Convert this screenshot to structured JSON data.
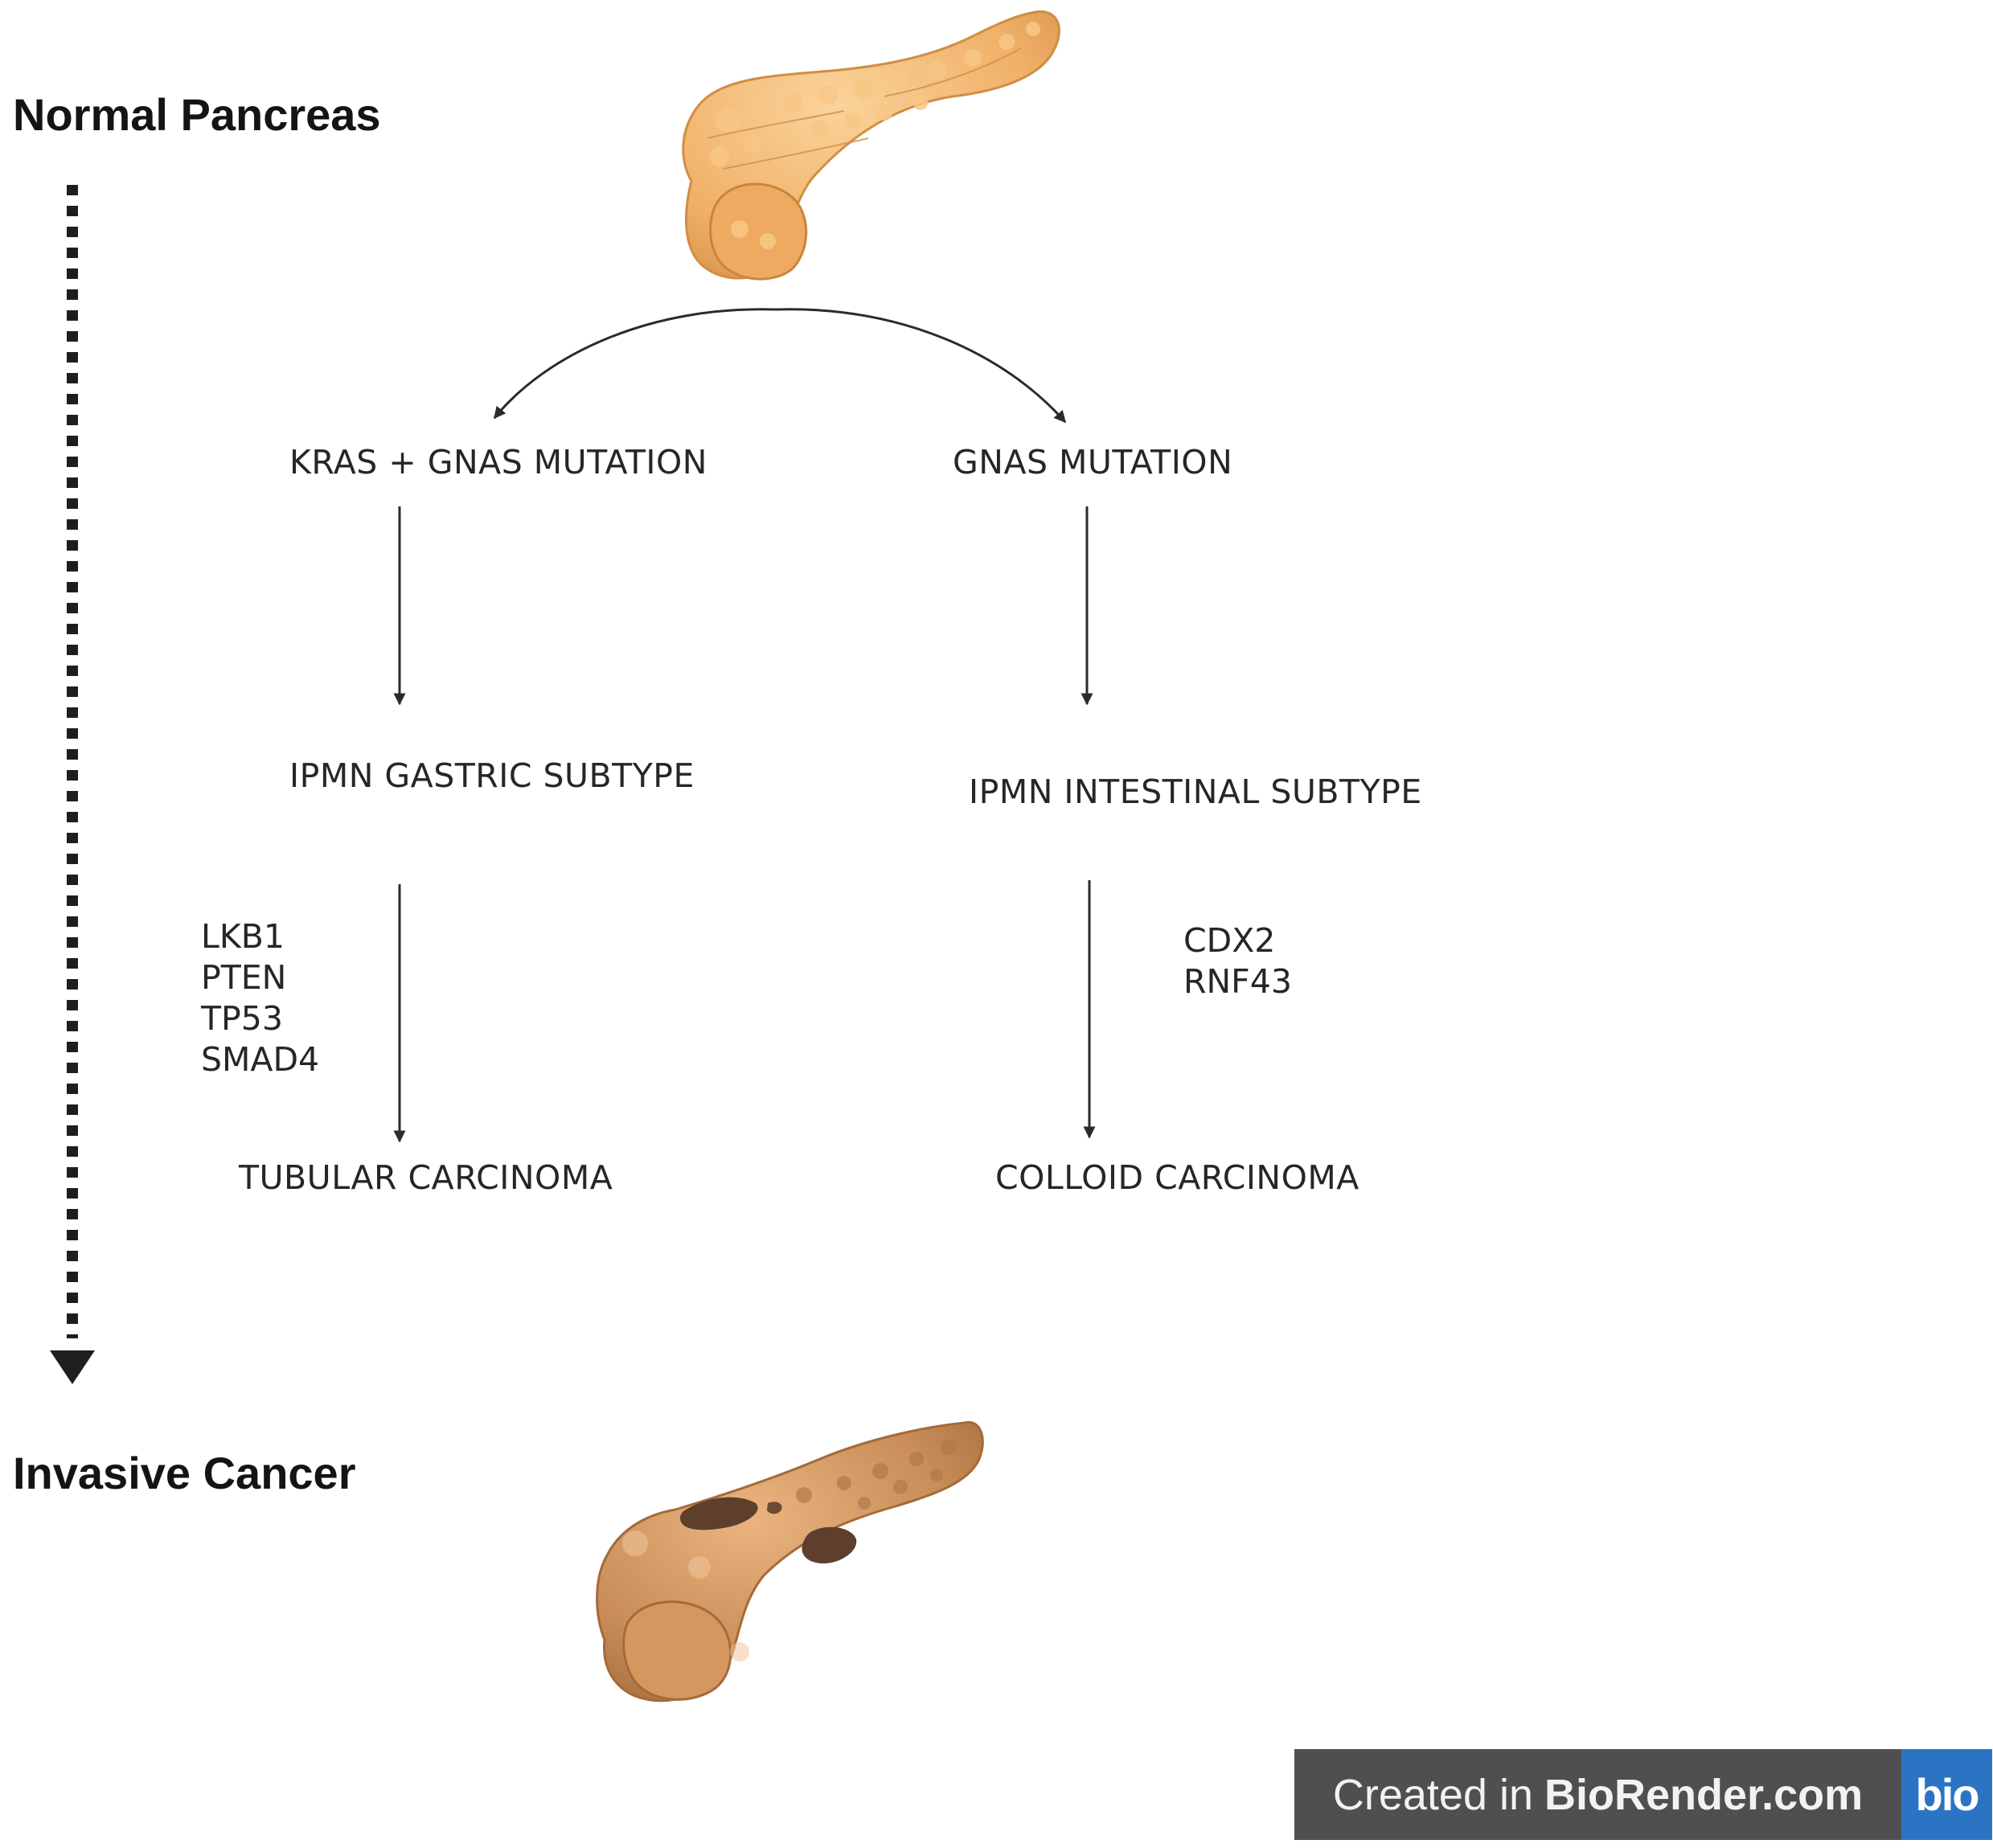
{
  "stages": {
    "start": "Normal Pancreas",
    "end": "Invasive Cancer"
  },
  "pathways": {
    "left": {
      "mutation": "KRAS + GNAS MUTATION",
      "subtype": "IPMN GASTRIC SUBTYPE",
      "genes": [
        "LKB1",
        "PTEN",
        "TP53",
        "SMAD4"
      ],
      "outcome": "TUBULAR CARCINOMA"
    },
    "right": {
      "mutation": "GNAS MUTATION",
      "subtype": "IPMN INTESTINAL SUBTYPE",
      "genes": [
        "CDX2",
        "RNF43"
      ],
      "outcome": "COLLOID CARCINOMA"
    }
  },
  "watermark": {
    "prefix": "Created in",
    "brand": "BioRender.com",
    "logo": "bio"
  },
  "icons": {
    "normal": "normal-pancreas-icon",
    "cancer": "cancerous-pancreas-icon"
  },
  "colors": {
    "pancreas_normal": "#F2B56B",
    "pancreas_cancer": "#C98E5A",
    "tumor": "#5E3F2C",
    "arrow": "#2b2b2b",
    "watermark_bg": "#4F4F4F",
    "logo_bg": "#2B74C4"
  }
}
